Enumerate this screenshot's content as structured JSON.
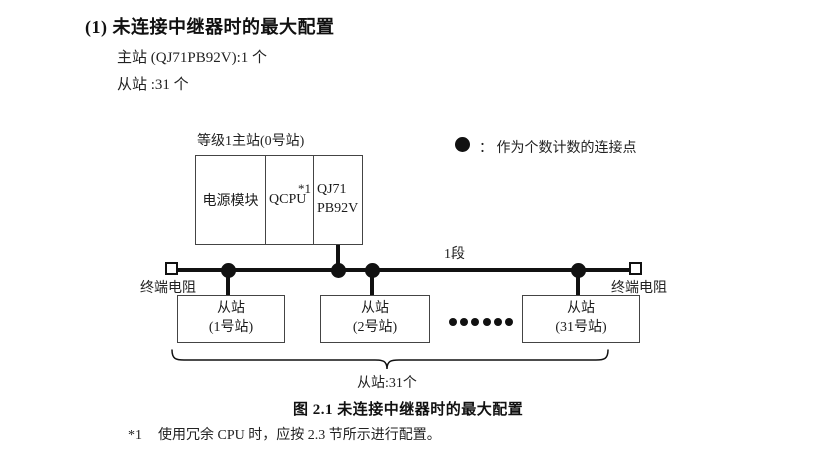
{
  "heading": {
    "title": "(1) 未连接中继器时的最大配置",
    "master_line": "主站 (QJ71PB92V):1 个",
    "slave_line": "从站 :31 个"
  },
  "legend": {
    "text": "：  作为个数计数的连接点"
  },
  "diagram": {
    "master_label": "等级1主站(0号站)",
    "master_cells": {
      "power": "电源模块",
      "cpu": "QCPU",
      "cpu_note": "*1",
      "network": "QJ71\nPB92V"
    },
    "segment_label": "1段",
    "terminator_left_label": "终端电阻",
    "terminator_right_label": "终端电阻",
    "slaves": [
      {
        "label": "从站\n(1号站)"
      },
      {
        "label": "从站\n(2号站)"
      },
      {
        "label": "从站\n(31号站)"
      }
    ],
    "ellipsis_dot_count": 6,
    "brace_label": "从站:31个"
  },
  "caption": "图 2.1 未连接中继器时的最大配置",
  "footnote": {
    "marker": "*1",
    "text": "使用冗余 CPU 时，应按 2.3 节所示进行配置。"
  },
  "colors": {
    "text": "#1c1c1c",
    "line": "#111111",
    "box_border": "#444444"
  }
}
